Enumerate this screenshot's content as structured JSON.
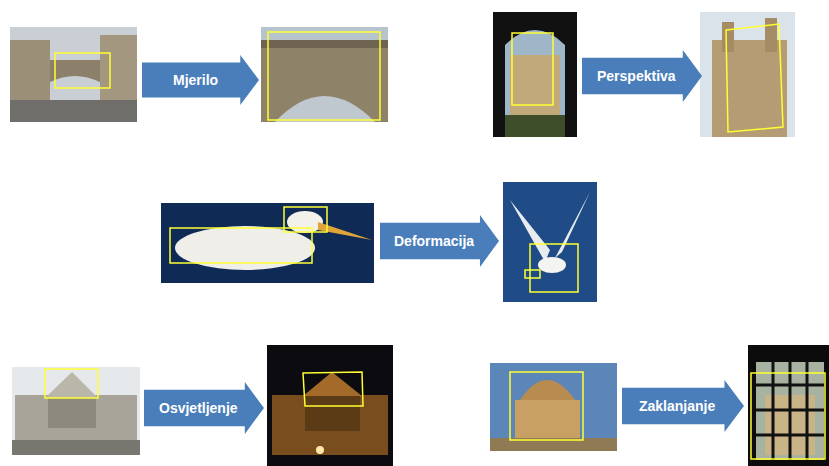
{
  "diagram": {
    "nodes": [
      {
        "text": [
          "Mjerilo"
        ]
      },
      {
        "text": [
          "Perspektiva"
        ]
      },
      {
        "text": [
          "Deformacija"
        ]
      },
      {
        "text": [
          "Osvjetljenje"
        ]
      },
      {
        "text": [
          "Zaklanjanje"
        ]
      }
    ]
  }
}
